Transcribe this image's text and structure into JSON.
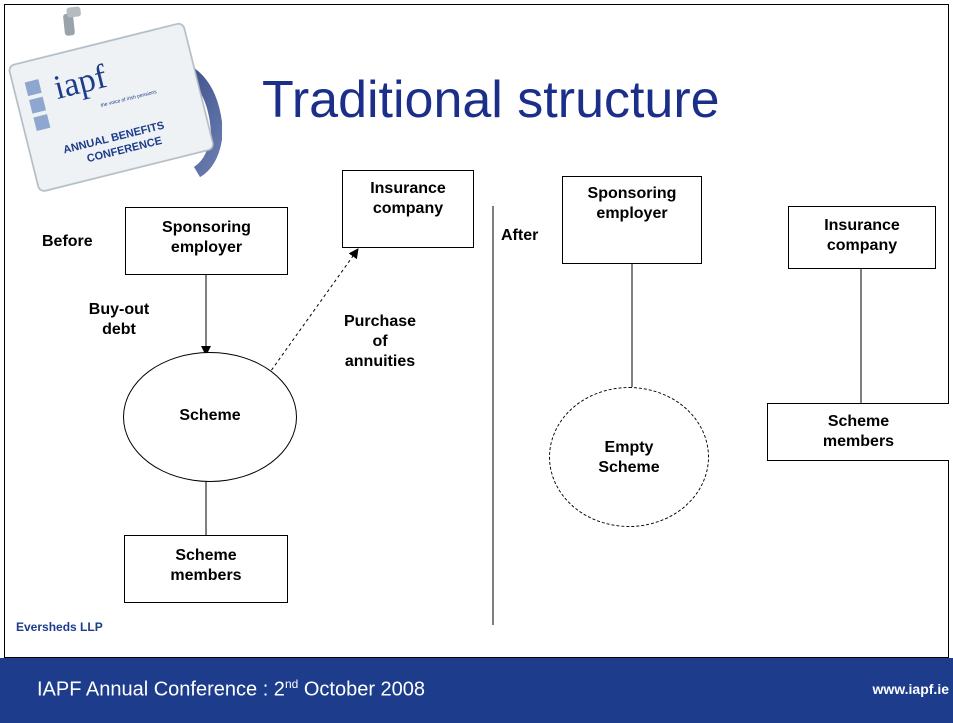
{
  "slide": {
    "title": "Traditional structure",
    "firm": "Eversheds LLP",
    "footer": {
      "left_text": "IAPF Annual Conference : 2",
      "superscript": "nd",
      "left_tail": " October 2008",
      "right_text": "www.iapf.ie"
    },
    "badge": {
      "brand": "iapf",
      "tagline": "the voice of irish pensions",
      "lines": [
        "ANNUAL BENEFITS",
        "CONFERENCE"
      ]
    }
  },
  "before": {
    "label": "Before",
    "sponsor": [
      "Sponsoring",
      "employer"
    ],
    "insurer": [
      "Insurance",
      "company"
    ],
    "buyout": [
      "Buy-out",
      "debt"
    ],
    "purchase": [
      "Purchase",
      "of",
      "annuities"
    ],
    "scheme": "Scheme",
    "members": [
      "Scheme",
      "members"
    ]
  },
  "after": {
    "label": "After",
    "sponsor": [
      "Sponsoring",
      "employer"
    ],
    "insurer": [
      "Insurance",
      "company"
    ],
    "scheme": [
      "Empty",
      "Scheme"
    ],
    "members": [
      "Scheme",
      "members"
    ]
  },
  "colors": {
    "title": "#1b2f8a",
    "footer": "#1d3c8c",
    "firm": "#1d3c8c"
  }
}
